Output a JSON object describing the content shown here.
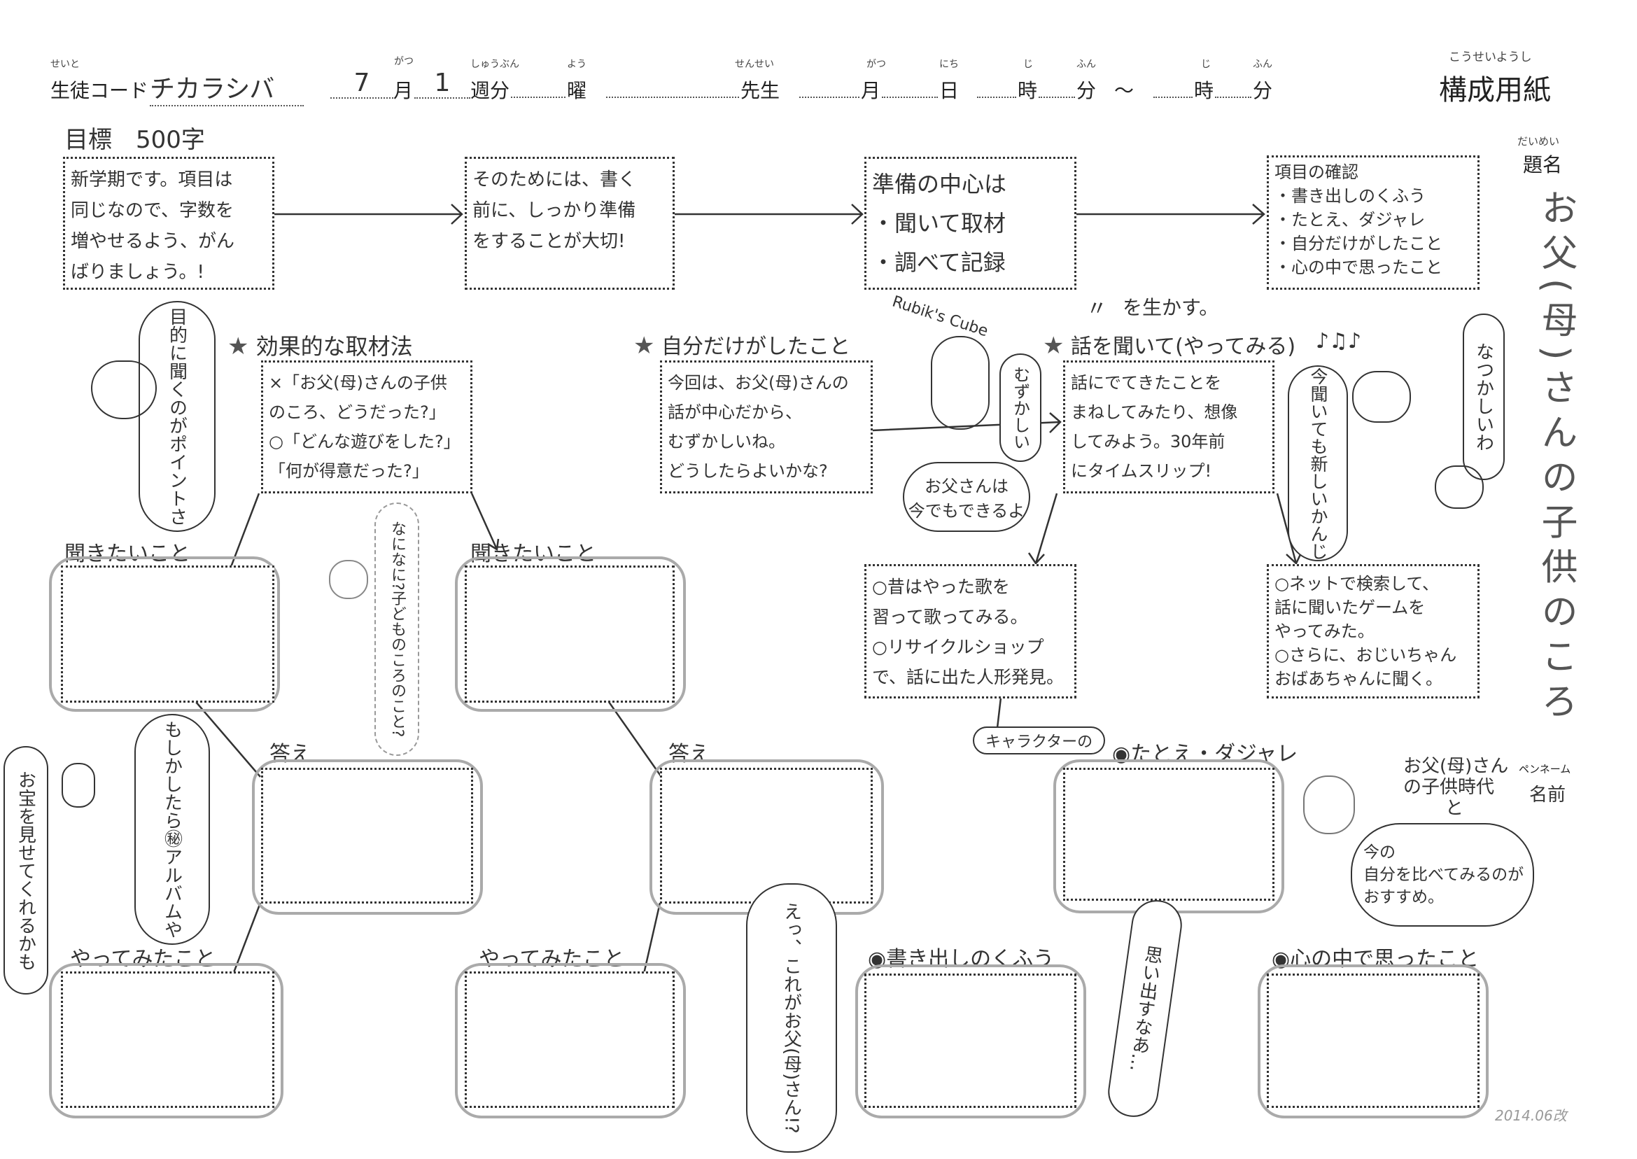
{
  "header": {
    "student_code": {
      "ruby": "せいと",
      "label": "生徒コード",
      "value": "チカラシバ"
    },
    "month": {
      "value": "7",
      "ruby": "がつ",
      "label": "月"
    },
    "week": {
      "value": "1",
      "ruby": "しゅうぶん",
      "label": "週分"
    },
    "weekday": {
      "ruby": "よう",
      "label": "曜"
    },
    "teacher": {
      "ruby": "せんせい",
      "label": "先生"
    },
    "date": {
      "month_ruby": "がつ",
      "month_label": "月",
      "day_ruby": "にち",
      "day_label": "日"
    },
    "time_from": {
      "hour_ruby": "じ",
      "hour_label": "時",
      "min_ruby": "ふん",
      "min_label": "分"
    },
    "tilde": "～",
    "time_to": {
      "hour_ruby": "じ",
      "hour_label": "時",
      "min_ruby": "ふん",
      "min_label": "分"
    },
    "form_title_ruby": "こうせいようし",
    "form_title": "構成用紙"
  },
  "goal": "目標　500字",
  "title_section": {
    "ruby": "だいめい",
    "label": "題名",
    "value": "お父(母)さんの子供のころ"
  },
  "top_boxes": [
    {
      "lines": [
        "新学期です。項目は",
        "同じなので、字数を",
        "増やせるよう、がん",
        "ばりましょう。!"
      ]
    },
    {
      "lines": [
        "そのためには、書く",
        "前に、しっかり準備",
        "をすることが大切!"
      ]
    },
    {
      "lines": [
        "準備の中心は",
        "・聞いて取材",
        "・調べて記録"
      ]
    },
    {
      "lines": [
        "項目の確認",
        "・書き出しのくふう",
        "・たとえ、ダジャレ",
        "・自分だけがしたこと",
        "・心の中で思ったこと"
      ]
    }
  ],
  "sections": {
    "effective": {
      "heading": "効果的な取材法",
      "lines": [
        "×「お父(母)さんの子供",
        "のころ、どうだった?」",
        "○「どんな遊びをした?」",
        "「何が得意だった?」"
      ]
    },
    "only_me": {
      "heading": "自分だけがしたこと",
      "lines": [
        "今回は、お父(母)さんの",
        "話が中心だから、",
        "むずかしいね。",
        "どうしたらよいかな?"
      ]
    },
    "try_it": {
      "heading": "話を聞いて(やってみる)",
      "note_ditto": "〃",
      "note": "を生かす。",
      "lines": [
        "話にでてきたことを",
        "まねしてみたり、想像",
        "してみよう。30年前",
        "にタイムスリップ!"
      ]
    },
    "song_box": {
      "lines": [
        "○昔はやった歌を",
        "習って歌ってみる。",
        "○リサイクルショップ",
        "で、話に出た人形発見。"
      ]
    },
    "net_box": {
      "lines": [
        "○ネットで検索して、",
        "話に聞いたゲームを",
        "やってみた。",
        "○さらに、おじいちゃん",
        "おばあちゃんに聞く。"
      ]
    }
  },
  "worksheet": {
    "ask_label": "聞きたいこと",
    "answer_label": "答え",
    "tried_label": "やってみたこと",
    "metaphor_label": "たとえ・ダジャレ",
    "character_note": "キャラクターの",
    "opening_label": "書き出しのくふう",
    "feelings_label": "心の中で思ったこと"
  },
  "bubbles": {
    "cat_point": "目的に聞くのがポイントさ",
    "rubiks": "Rubik's Cube",
    "difficult": "むずかしい",
    "dad_can": [
      "お父さんは",
      "今でもできるよ"
    ],
    "notes": "♪♫♪",
    "still_new": "今聞いても新しいかんじ",
    "nostalgic": "なつかしいわ",
    "what_childhood": "なになに?子どものころのこと?",
    "treasure": "お宝を見せてくれるかも",
    "album": "もしかしたら㊙アルバムや",
    "is_this_dad": "えっ、これがお父(母)さん!?",
    "remember": "思い出すなあ…",
    "compare": [
      "今の",
      "自分を比べてみるのが",
      "おすすめ。"
    ],
    "penname_head": [
      "お父(母)さん",
      "の子供時代",
      "と"
    ],
    "penname_ruby": "ペンネーム",
    "penname_label": "名前"
  },
  "footer": {
    "version": "2014.06改"
  }
}
